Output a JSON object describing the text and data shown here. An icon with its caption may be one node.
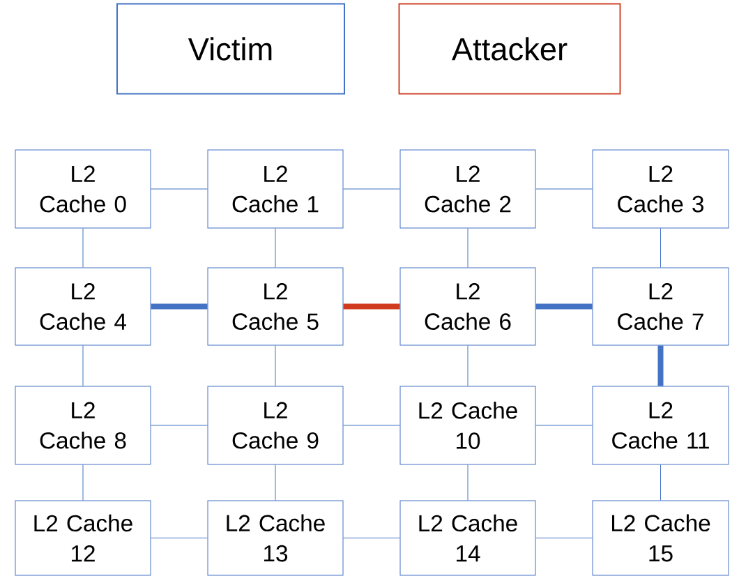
{
  "diagram": {
    "nodes": [
      {
        "text": [
          "Victim"
        ]
      },
      {
        "text": [
          "Attacker"
        ]
      },
      {
        "text": [
          "L2 Cache 0"
        ]
      },
      {
        "text": [
          "L2 Cache 1"
        ]
      },
      {
        "text": [
          "L2 Cache 2"
        ]
      },
      {
        "text": [
          "L2 Cache 3"
        ]
      },
      {
        "text": [
          "L2 Cache 4"
        ]
      },
      {
        "text": [
          "L2 Cache 5"
        ]
      },
      {
        "text": [
          "L2 Cache 6"
        ]
      },
      {
        "text": [
          "L2 Cache 7"
        ]
      },
      {
        "text": [
          "L2 Cache 8"
        ]
      },
      {
        "text": [
          "L2 Cache 9"
        ]
      },
      {
        "text": [
          "L2 Cache 10"
        ]
      },
      {
        "text": [
          "L2 Cache 11"
        ]
      },
      {
        "text": [
          "L2 Cache 12"
        ]
      },
      {
        "text": [
          "L2 Cache 13"
        ]
      },
      {
        "text": [
          "L2 Cache 14"
        ]
      },
      {
        "text": [
          "L2 Cache 15"
        ]
      }
    ],
    "edges": [
      {
        "from": 2,
        "to": 3,
        "arrow": "none"
      },
      {
        "from": 3,
        "to": 4,
        "arrow": "none"
      },
      {
        "from": 4,
        "to": 5,
        "arrow": "none"
      },
      {
        "from": 2,
        "to": 6,
        "arrow": "none"
      },
      {
        "from": 3,
        "to": 7,
        "arrow": "none"
      },
      {
        "from": 4,
        "to": 8,
        "arrow": "none"
      },
      {
        "from": 5,
        "to": 9,
        "arrow": "none"
      },
      {
        "from": 6,
        "to": 7,
        "arrow": "none",
        "style": "thick"
      },
      {
        "from": 7,
        "to": 8,
        "arrow": "none",
        "style": "thick",
        "color": "#d03a1e"
      },
      {
        "from": 8,
        "to": 9,
        "arrow": "none",
        "style": "thick"
      },
      {
        "from": 6,
        "to": 10,
        "arrow": "none"
      },
      {
        "from": 7,
        "to": 11,
        "arrow": "none"
      },
      {
        "from": 8,
        "to": 12,
        "arrow": "none"
      },
      {
        "from": 9,
        "to": 13,
        "arrow": "none",
        "style": "thick"
      },
      {
        "from": 10,
        "to": 11,
        "arrow": "none"
      },
      {
        "from": 11,
        "to": 12,
        "arrow": "none"
      },
      {
        "from": 12,
        "to": 13,
        "arrow": "none"
      },
      {
        "from": 10,
        "to": 14,
        "arrow": "none"
      },
      {
        "from": 11,
        "to": 15,
        "arrow": "none"
      },
      {
        "from": 12,
        "to": 16,
        "arrow": "none"
      },
      {
        "from": 13,
        "to": 17,
        "arrow": "none"
      },
      {
        "from": 14,
        "to": 15,
        "arrow": "none"
      },
      {
        "from": 15,
        "to": 16,
        "arrow": "none"
      },
      {
        "from": 16,
        "to": 17,
        "arrow": "none"
      }
    ]
  }
}
